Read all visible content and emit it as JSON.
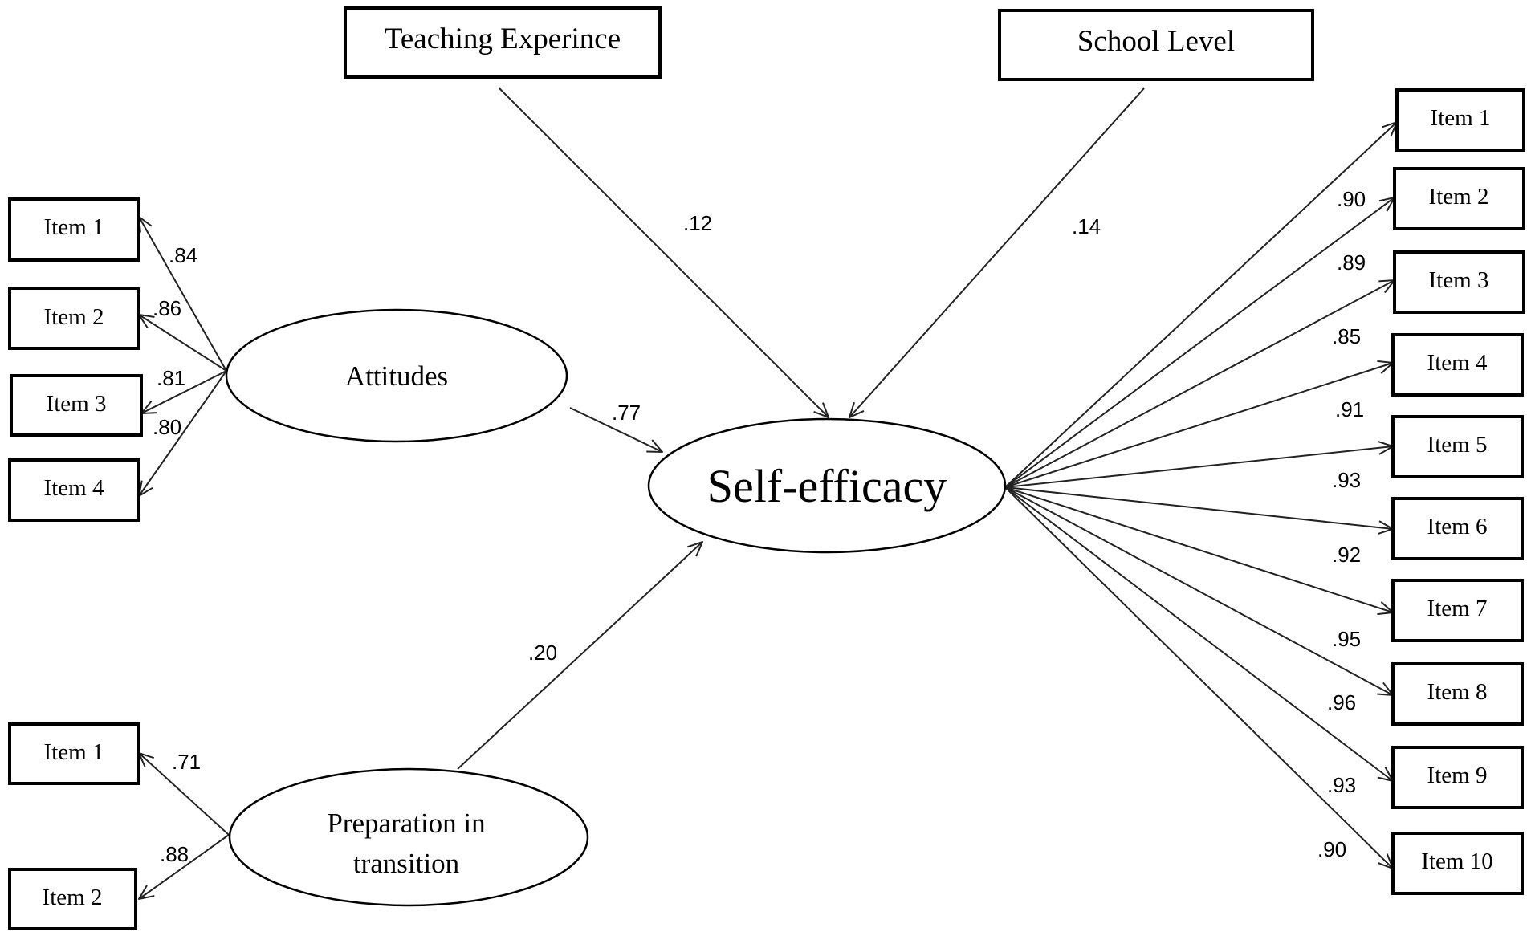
{
  "predictors": {
    "teaching_experience": "Teaching Experince",
    "school_level": "School Level"
  },
  "latents": {
    "attitudes": "Attitudes",
    "preparation_line1": "Preparation in",
    "preparation_line2": "transition",
    "self_efficacy": "Self-efficacy"
  },
  "paths": {
    "teaching_experience": ".12",
    "school_level": ".14",
    "attitudes": ".77",
    "preparation": ".20"
  },
  "attitudes_items": [
    {
      "label": "Item 1",
      "loading": ".84"
    },
    {
      "label": "Item 2",
      "loading": ".86"
    },
    {
      "label": "Item 3",
      "loading": ".81"
    },
    {
      "label": "Item 4",
      "loading": ".80"
    }
  ],
  "preparation_items": [
    {
      "label": "Item 1",
      "loading": ".71"
    },
    {
      "label": "Item 2",
      "loading": ".88"
    }
  ],
  "self_efficacy_items": [
    {
      "label": "Item 1",
      "loading": ".90"
    },
    {
      "label": "Item 2",
      "loading": ".89"
    },
    {
      "label": "Item 3",
      "loading": ".85"
    },
    {
      "label": "Item 4",
      "loading": ".91"
    },
    {
      "label": "Item 5",
      "loading": ".93"
    },
    {
      "label": "Item 6",
      "loading": ".92"
    },
    {
      "label": "Item 7",
      "loading": ".95"
    },
    {
      "label": "Item 8",
      "loading": ".96"
    },
    {
      "label": "Item 9",
      "loading": ".93"
    },
    {
      "label": "Item 10",
      "loading": ".90"
    }
  ]
}
